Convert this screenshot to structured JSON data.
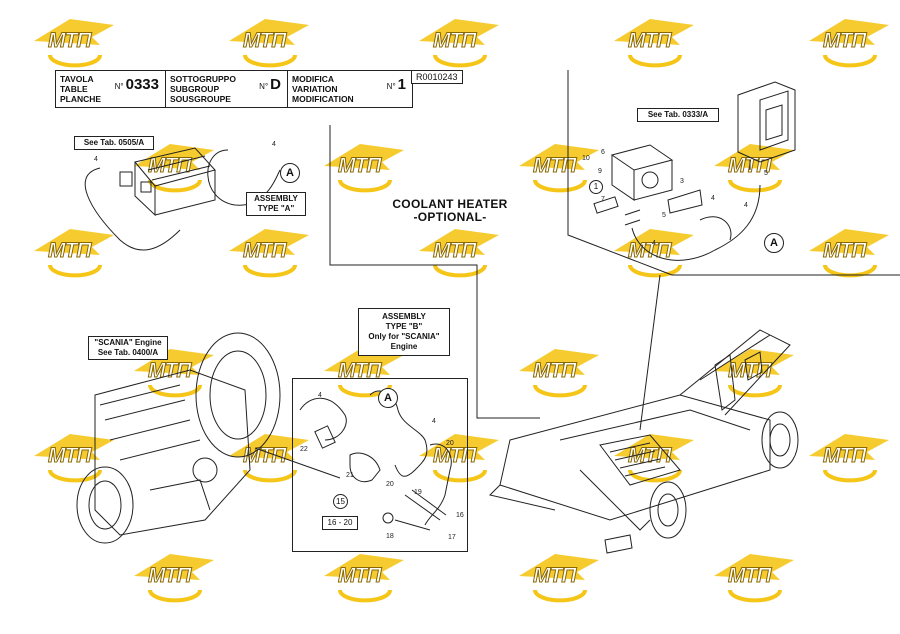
{
  "header": {
    "tavola_labels": [
      "TAVOLA",
      "TABLE",
      "PLANCHE"
    ],
    "tavola_no_prefix": "N°",
    "tavola_no": "0333",
    "subgroup_labels": [
      "SOTTOGRUPPO",
      "SUBGROUP",
      "SOUSGROUPE"
    ],
    "subgroup_no_prefix": "N°",
    "subgroup_no": "D",
    "variation_labels": [
      "MODIFICA",
      "VARIATION",
      "MODIFICATION"
    ],
    "variation_no_prefix": "N°",
    "variation_no": "1",
    "drawing_code": "R0010243"
  },
  "references": {
    "see_0505": "See Tab. 0505/A",
    "see_0333": "See Tab. 0333/A",
    "scania_line1": "\"SCANIA\" Engine",
    "scania_line2": "See Tab. 0400/A"
  },
  "titles": {
    "heater_line1": "COOLANT HEATER",
    "heater_line2": "-OPTIONAL-",
    "assembly_a_line1": "ASSEMBLY",
    "assembly_a_line2": "TYPE \"A\"",
    "assembly_b_line1": "ASSEMBLY",
    "assembly_b_line2": "TYPE \"B\"",
    "assembly_b_line3": "Only for \"SCANIA\"",
    "assembly_b_line4": "Engine",
    "range_label": "16 - 20"
  },
  "callouts": {
    "a_marker": "A",
    "circle_15": "15",
    "circle_1": "1",
    "p4": "4",
    "p5": "5",
    "p3": "3",
    "p6": "6",
    "p7": "7",
    "p9": "9",
    "p10": "10",
    "p16": "16",
    "p17": "17",
    "p18": "18",
    "p19": "19",
    "p20": "20",
    "p21": "21",
    "p22": "22"
  },
  "watermark": {
    "text": "МТП",
    "color": "#f5c518"
  }
}
